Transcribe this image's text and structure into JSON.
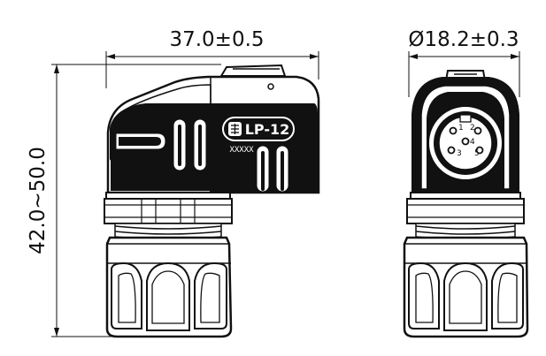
{
  "dimensions": {
    "width": "37.0±0.5",
    "diameter": "Ø18.2±0.3",
    "height": "42.0~50.0"
  },
  "product": {
    "model": "LP-12",
    "serial": "XXXXX"
  },
  "face_view": {
    "pin_numbers": [
      "1",
      "2",
      "3",
      "4",
      "5"
    ]
  },
  "colors": {
    "line": "#111111",
    "body": "#000000",
    "fill": "#ffffff"
  }
}
